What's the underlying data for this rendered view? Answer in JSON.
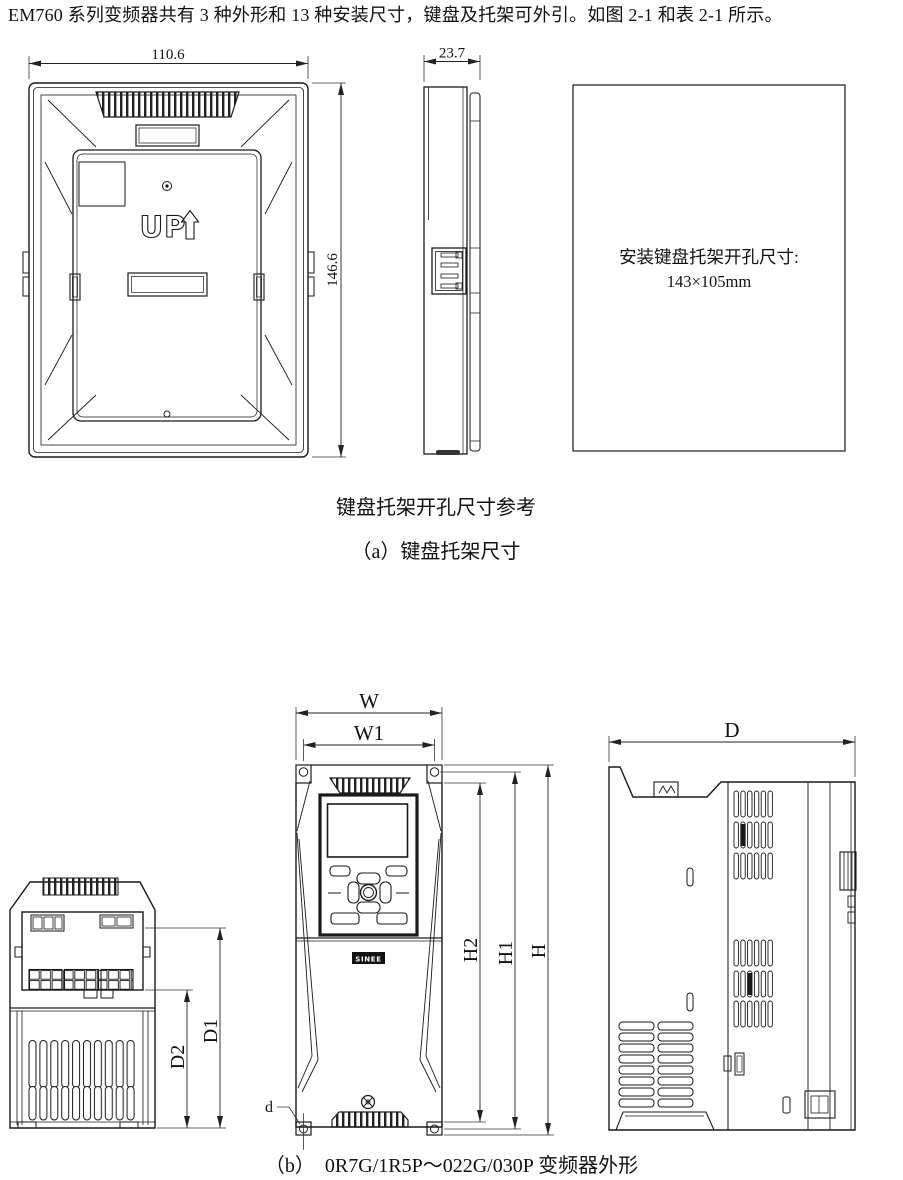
{
  "page": {
    "intro": "EM760 系列变频器共有 3 种外形和 13 种安装尺寸，键盘及托架可外引。如图 2-1 和表 2-1 所示。"
  },
  "figure_a": {
    "tray_marking": "UP",
    "dim_width": "110.6",
    "dim_height": "146.6",
    "dim_depth": "23.7",
    "note_line1": "安装键盘托架开孔尺寸:",
    "note_line2": "143×105mm",
    "caption_note": "键盘托架开孔尺寸参考",
    "caption": "（a）键盘托架尺寸"
  },
  "figure_b": {
    "logo": "SINEE",
    "dim_W": "W",
    "dim_W1": "W1",
    "dim_H": "H",
    "dim_H1": "H1",
    "dim_H2": "H2",
    "dim_D": "D",
    "dim_D1": "D1",
    "dim_D2": "D2",
    "dim_d": "d",
    "caption": "（b）  0R7G/1R5P～022G/030P 变频器外形"
  }
}
